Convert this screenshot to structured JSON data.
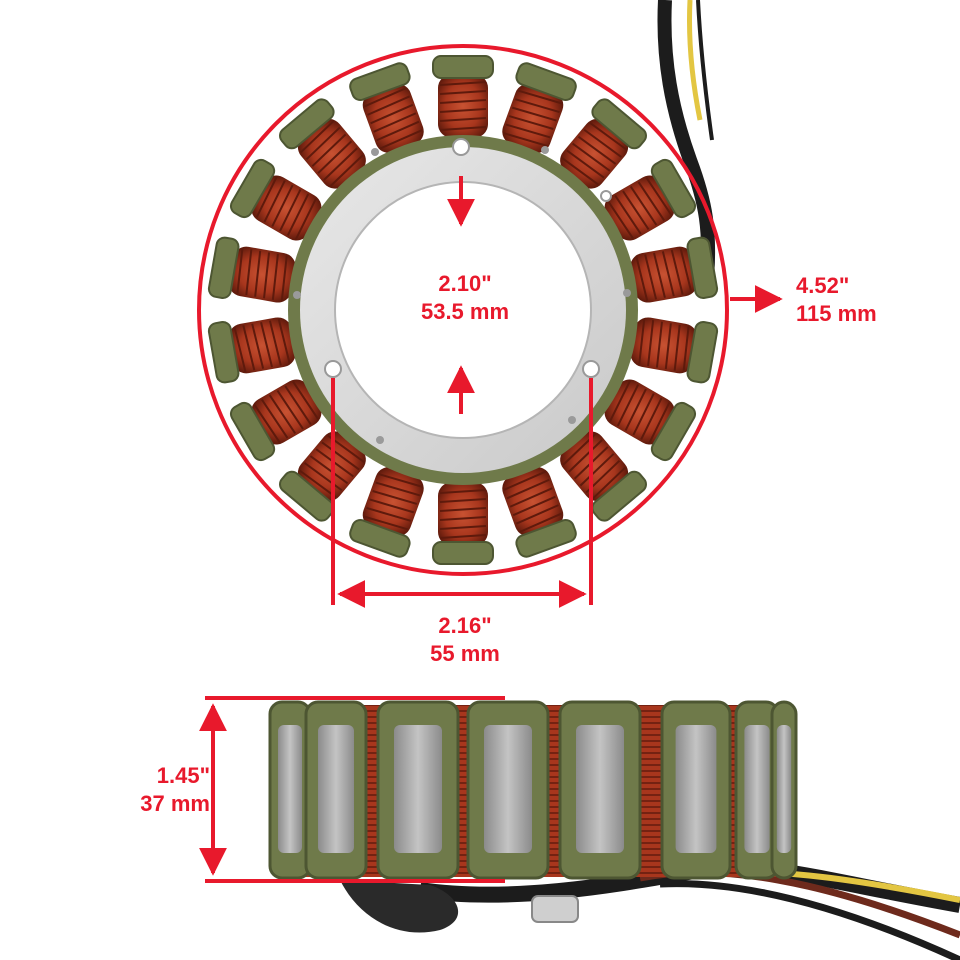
{
  "colors": {
    "accent": "#e8192c",
    "coil_copper": "#a8361d",
    "coil_copper_dark": "#5e1a0c",
    "insulation_green": "#6f7a4a",
    "insulation_green_dark": "#4d5632",
    "steel_plate": "#dcdcdc",
    "wire_black": "#1c1c1c",
    "wire_yellow": "#e3c642",
    "background": "#ffffff"
  },
  "dimensions": {
    "inner_diameter": {
      "inch": "2.10\"",
      "metric": "53.5 mm"
    },
    "outer_diameter": {
      "inch": "4.52\"",
      "metric": "115 mm"
    },
    "bolt_spacing": {
      "inch": "2.16\"",
      "metric": "55 mm"
    },
    "height": {
      "inch": "1.45\"",
      "metric": "37 mm"
    }
  },
  "product": {
    "top_view_coil_count": 18,
    "side_view_visible_poles": 8
  }
}
